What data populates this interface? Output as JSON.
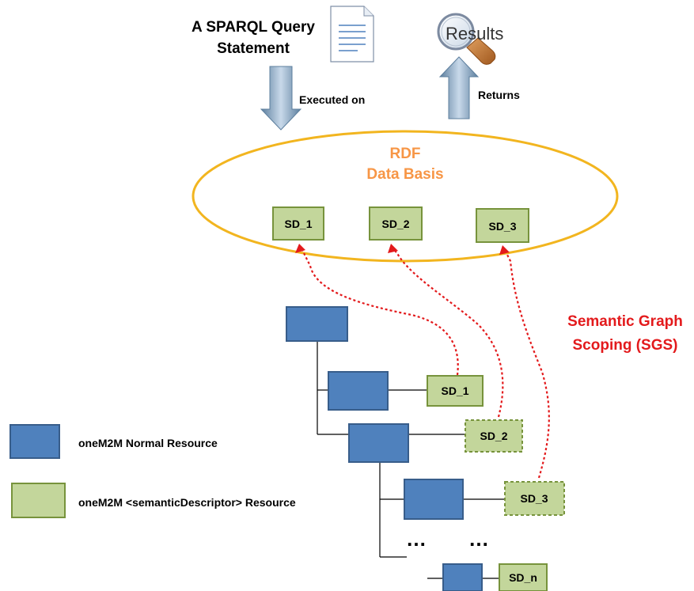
{
  "query": {
    "line1": "A SPARQL Query",
    "line2": "Statement"
  },
  "results_label": "Results",
  "arrows": {
    "down_label": "Executed on",
    "up_label": "Returns"
  },
  "database": {
    "line1": "RDF",
    "line2": "Data Basis"
  },
  "db_items": [
    "SD_1",
    "SD_2",
    "SD_3"
  ],
  "tree_items": {
    "sd1": "SD_1",
    "sd2": "SD_2",
    "sd3": "SD_3",
    "sdn": "SD_n",
    "dots1": "…",
    "dots2": "…"
  },
  "sgs": {
    "line1": "Semantic Graph",
    "line2": "Scoping (SGS)"
  },
  "legend": {
    "normal": "oneM2M Normal Resource",
    "semantic": "oneM2M <semanticDescriptor> Resource"
  },
  "colors": {
    "blue_box": "#4f81bd",
    "blue_border": "#385d8a",
    "green_box": "#c3d69b",
    "green_border": "#77933c",
    "ellipse": "#f2b51f",
    "db_text": "#f79646",
    "sgs_text": "#e31a1c",
    "link": "#e31a1c"
  }
}
